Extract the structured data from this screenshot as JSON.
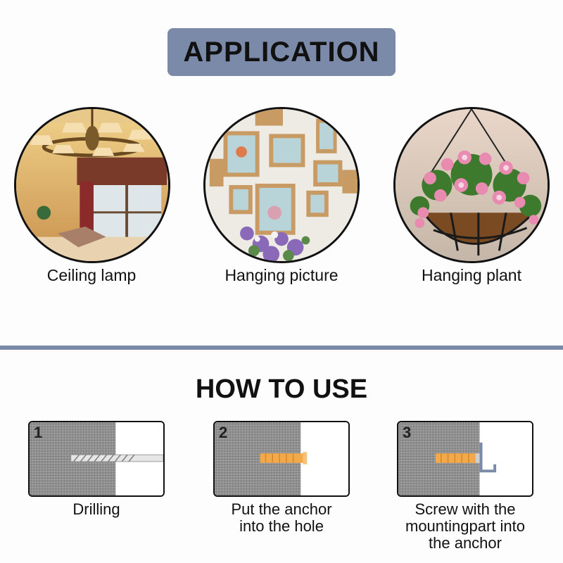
{
  "application": {
    "title": "APPLICATION",
    "items": [
      {
        "label": "Ceiling lamp"
      },
      {
        "label": "Hanging picture"
      },
      {
        "label": "Hanging plant"
      }
    ]
  },
  "how_to_use": {
    "title": "HOW TO USE",
    "steps": [
      {
        "number": "1",
        "lines": [
          "Drilling"
        ]
      },
      {
        "number": "2",
        "lines": [
          "Put the anchor",
          "into the hole"
        ]
      },
      {
        "number": "3",
        "lines": [
          "Screw with the",
          "mountingpart into",
          "the anchor"
        ]
      }
    ]
  },
  "colors": {
    "accent": "#7a8aa8",
    "anchor": "#f2a94a",
    "wall": "#8e8e8e"
  }
}
